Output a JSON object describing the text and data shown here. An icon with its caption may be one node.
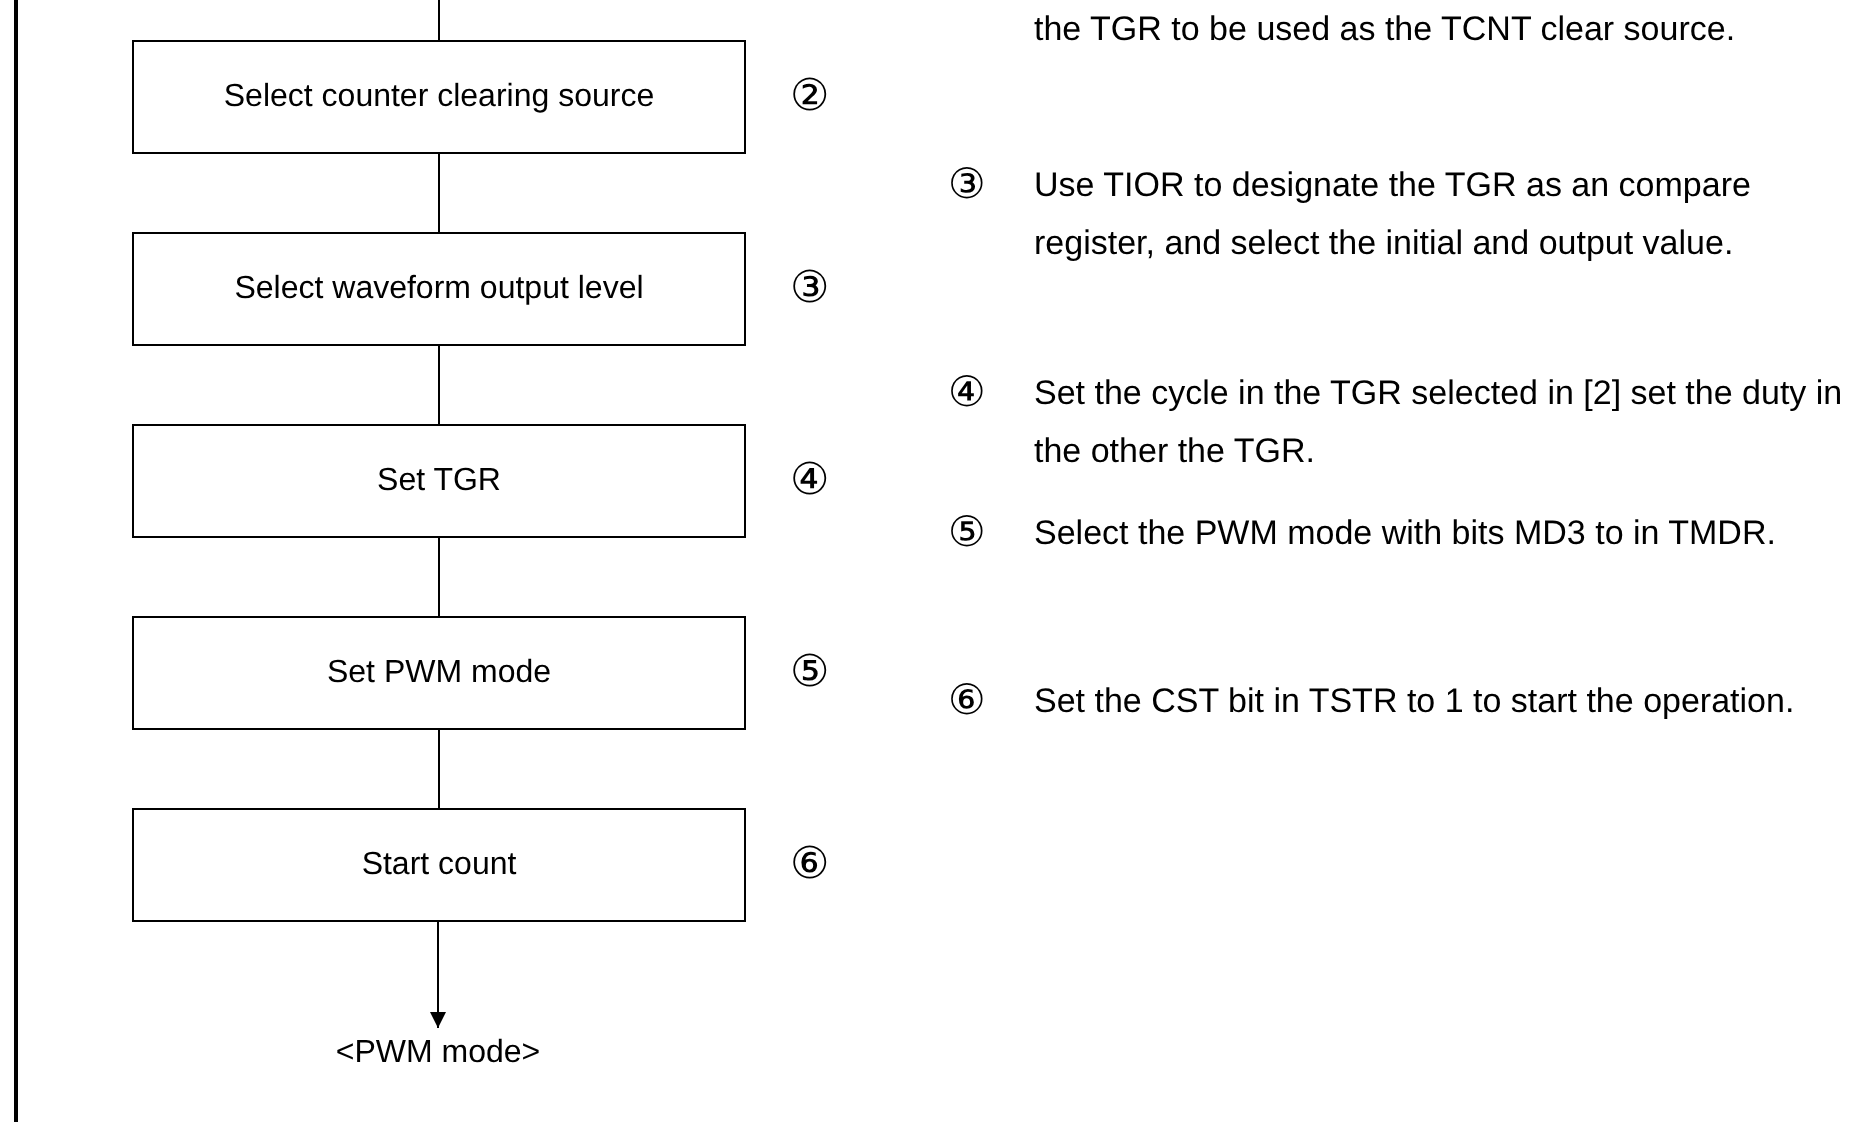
{
  "diagram": {
    "nodes": [
      {
        "text": [
          "Select counter clearing source"
        ],
        "beside": [
          "②"
        ]
      },
      {
        "text": [
          "Select waveform output level"
        ],
        "beside": [
          "③"
        ]
      },
      {
        "text": [
          "Set TGR"
        ],
        "beside": [
          "④"
        ]
      },
      {
        "text": [
          "Set PWM mode"
        ],
        "beside": [
          "⑤"
        ]
      },
      {
        "text": [
          "Start count"
        ],
        "beside": [
          "⑥"
        ]
      },
      {
        "text": [
          "<PWM mode>"
        ]
      }
    ],
    "edges": [
      {
        "from": null,
        "to": 0,
        "arrow": "none"
      },
      {
        "from": 0,
        "to": 1,
        "arrow": "none"
      },
      {
        "from": 1,
        "to": 2,
        "arrow": "none"
      },
      {
        "from": 2,
        "to": 3,
        "arrow": "none"
      },
      {
        "from": 3,
        "to": 4,
        "arrow": "none"
      },
      {
        "from": 4,
        "to": 5,
        "arrow": "to"
      }
    ],
    "labels": [
      "the TGR to be used as the TCNT clear source.",
      "③",
      "Use TIOR to designate the TGR as an compare register, and select the initial and output value.",
      "④",
      "Set the cycle in the TGR selected in [2] set the duty in the other the TGR.",
      "⑤",
      "Select the PWM mode with bits MD3 to in TMDR.",
      "⑥",
      "Set the CST bit in TSTR to 1 to start the operation."
    ]
  }
}
